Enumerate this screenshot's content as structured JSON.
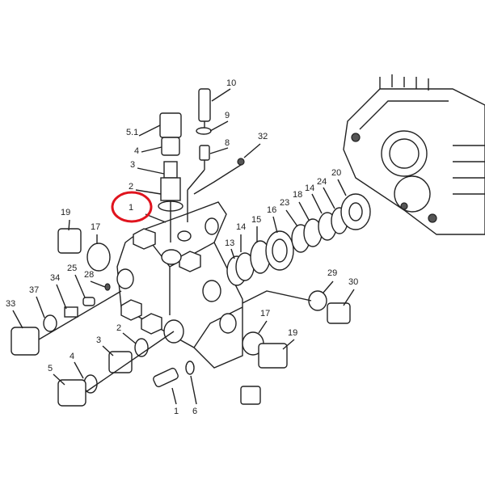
{
  "diagram": {
    "highlight_color": "#e0141e",
    "highlighted_part": "1",
    "part_labels": [
      "10",
      "9",
      "5.1",
      "4",
      "8",
      "32",
      "3",
      "2",
      "1",
      "19",
      "17",
      "14",
      "15",
      "16",
      "23",
      "18",
      "14",
      "24",
      "20",
      "13",
      "25",
      "28",
      "34",
      "37",
      "33",
      "29",
      "30",
      "2",
      "3",
      "17",
      "19",
      "4",
      "5",
      "1",
      "6"
    ]
  }
}
